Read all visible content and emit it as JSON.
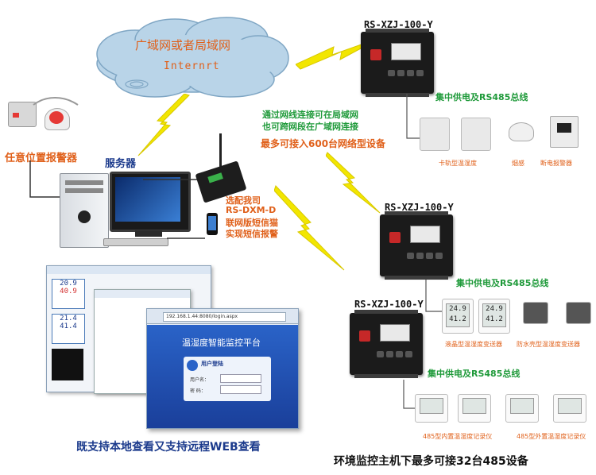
{
  "cloud": {
    "title": "广域网或者局域网",
    "subtitle": "Internrt"
  },
  "labels": {
    "alarm": "任意位置报警器",
    "server": "服务器",
    "network_note_1": "通过网线连接可在局域网",
    "network_note_2": "也可跨网段在广域网连接",
    "max_devices": "最多可接入600台网络型设备",
    "sms_1": "选配我司",
    "sms_2": "RS-DXM-D",
    "sms_3": "联网版短信猫",
    "sms_4": "实现短信报警",
    "view_note": "既支持本地查看又支持远程WEB查看",
    "footer": "环境监控主机下最多可接32台485设备"
  },
  "controllers": [
    {
      "model": "RS-XZJ-100-Y"
    },
    {
      "model": "RS-XZJ-100-Y"
    },
    {
      "model": "RS-XZJ-100-Y"
    }
  ],
  "buses": [
    {
      "label": "集中供电及RS485总线"
    },
    {
      "label": "集中供电及RS485总线"
    },
    {
      "label": "集中供电及RS485总线"
    }
  ],
  "group1": {
    "items": [
      "卡轨型温湿度",
      "烟感",
      "断电报警器"
    ]
  },
  "group2": {
    "items": [
      "液晶型温湿度变送器",
      "防水壳型温湿度变送器"
    ],
    "lcd1": "24.9",
    "lcd1b": "41.2",
    "lcd2": "24.9",
    "lcd2b": "41.2"
  },
  "group3": {
    "items": [
      "485型内置温湿度记录仪",
      "485型外置温湿度记录仪"
    ]
  },
  "software": {
    "panel_title": "温湿度智能监控平台",
    "login_title": "用户登陆",
    "user_label": "用户名：",
    "pass_label": "密  码：",
    "readings": [
      "20.9",
      "40.9",
      "21.4",
      "41.4"
    ],
    "address": "192.168.1.44:8080/login.aspx"
  },
  "colors": {
    "accent_orange": "#e0601a",
    "accent_green": "#1f9a3a",
    "bolt_yellow": "#f2e600"
  }
}
